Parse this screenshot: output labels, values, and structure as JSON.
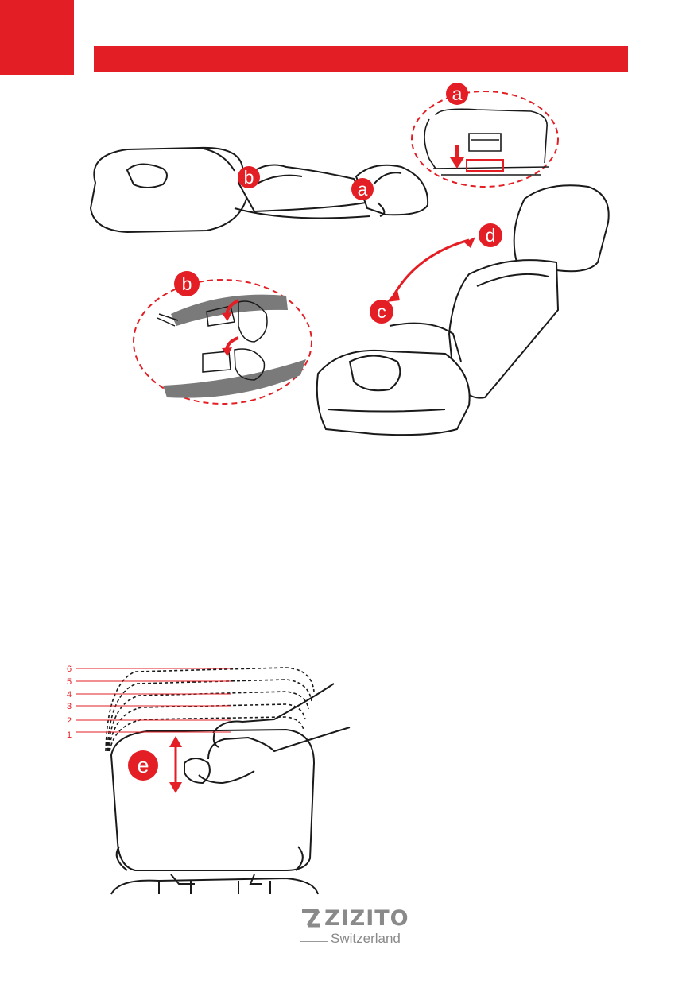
{
  "header": {
    "accent_color": "#e31e24"
  },
  "callouts": {
    "a": "a",
    "b": "b",
    "c": "c",
    "d": "d",
    "e": "e"
  },
  "height_levels": [
    "6",
    "5",
    "4",
    "3",
    "2",
    "1"
  ],
  "logo": {
    "name": "ZIZITO",
    "subtitle": "Switzerland",
    "mark_icon": "zizito-z-icon"
  },
  "colors": {
    "accent": "#e31e24",
    "strap": "#7a7a7a",
    "line": "#1a1a1a",
    "logo_gray": "#8a8a8a"
  }
}
